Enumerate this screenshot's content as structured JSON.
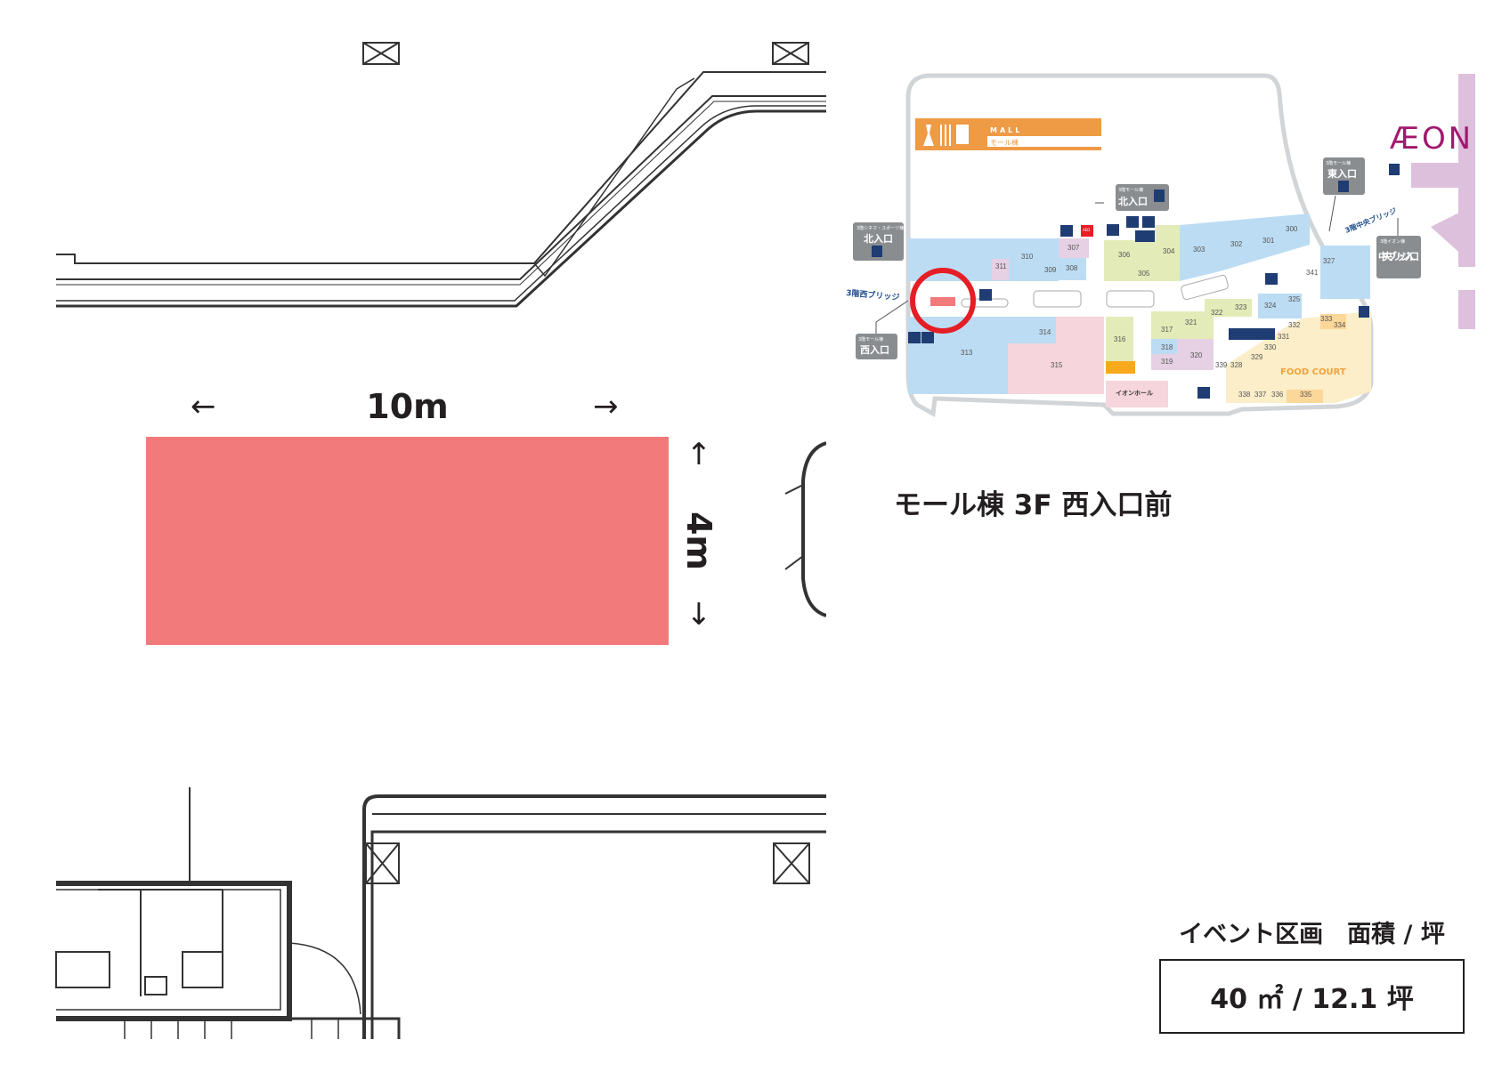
{
  "dimensions": {
    "width_label": "10m",
    "height_label": "4m",
    "arrow_left": "←",
    "arrow_right": "→",
    "arrow_up": "↑",
    "arrow_down": "↓"
  },
  "location_title": "モール棟 3F 西入口前",
  "area": {
    "label": "イベント区画　面積 / 坪",
    "value": "40 ㎡ / 12.1 坪"
  },
  "colors": {
    "event_area": "#f27a7b",
    "marker_circle": "#e51e25",
    "banner": "#ef9a45",
    "aeon_brand": "#a2186e",
    "icon": "#1f3c73"
  },
  "map": {
    "banner_en": "MALL",
    "banner_jp": "モール棟",
    "brand": "ÆON",
    "entrances": [
      {
        "small": "3階シネマ・スポーツ棟",
        "name": "北入口"
      },
      {
        "small": "3階モール棟",
        "name": "北入口"
      },
      {
        "small": "3階モール棟",
        "name": "東入口"
      },
      {
        "small": "3階イオン棟",
        "name": "中央ブリッジ入口"
      },
      {
        "small": "3階モール棟",
        "name": "西入口"
      }
    ],
    "bridges": [
      "3階西ブリッジ",
      "3階中央ブリッジ"
    ],
    "food_court": "FOOD COURT",
    "hall": "イオンホール",
    "aed": "AED",
    "shops": [
      "307",
      "310",
      "311",
      "309",
      "308",
      "306",
      "305",
      "304",
      "303",
      "302",
      "301",
      "300",
      "327",
      "341",
      "324",
      "325",
      "323",
      "322",
      "321",
      "317",
      "318",
      "319",
      "320",
      "339",
      "328",
      "329",
      "330",
      "331",
      "332",
      "333",
      "334",
      "338",
      "337",
      "336",
      "335",
      "314",
      "313",
      "315",
      "316"
    ]
  }
}
